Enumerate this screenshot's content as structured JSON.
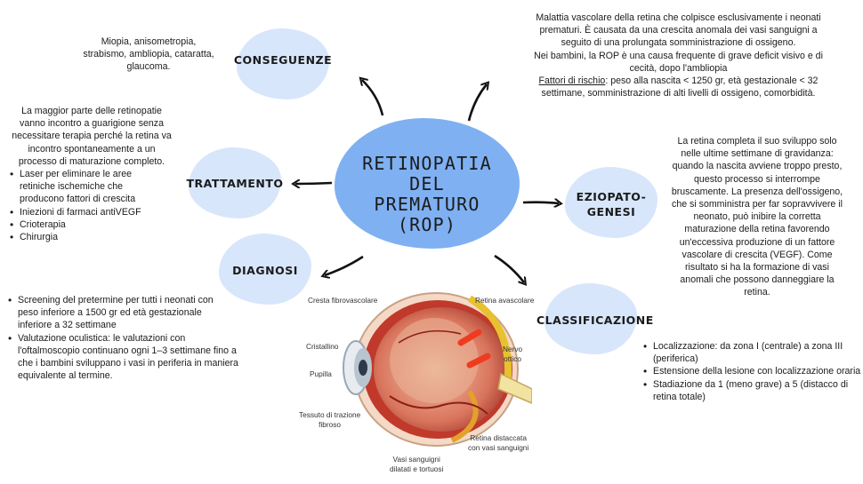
{
  "central": {
    "line1": "RETINOPATIA",
    "line2": "DEL",
    "line3": "PREMATURO",
    "line4": "(ROP)"
  },
  "nodes": {
    "conseguenze": "CONSEGUENZE",
    "trattamento": "TRATTAMENTO",
    "diagnosi": "DIAGNOSI",
    "eziopatogenesi_1": "EZIOPATO-",
    "eziopatogenesi_2": "GENESI",
    "classificazione": "CLASSIFICAZIONE"
  },
  "conseguenze_text": {
    "line1": "Miopia, anisometropia,",
    "line2": "strabismo, ambliopia, cataratta,",
    "line3": "glaucoma."
  },
  "definition": {
    "line1": "Malattia vascolare della retina che colpisce esclusivamente i neonati",
    "line2": "prematuri. È causata da una crescita anomala dei vasi sanguigni a",
    "line3": "seguito di una prolungata somministrazione di ossigeno.",
    "line4": "Nei bambini, la ROP è una causa frequente di grave deficit visivo e di",
    "line5": "cecità, dopo l'ambliopia",
    "risk_label": "Fattori di rischio",
    "risk_text": ": peso alla nascita < 1250 gr, età gestazionale < 32",
    "line7": "settimane, somministrazione di alti livelli di ossigeno, comorbidità."
  },
  "trattamento_text": {
    "line1": "La maggior parte delle retinopatie",
    "line2": "vanno incontro a guarigione senza",
    "line3": "necessitare terapia perché la retina va",
    "line4": "incontro spontaneamente a un",
    "line5": "processo di maturazione completo.",
    "items": [
      {
        "l1": "Laser per eliminare le aree",
        "l2": "retiniche ischemiche che",
        "l3": "producono fattori di crescita"
      },
      {
        "l1": "Iniezioni di farmaci antiVEGF"
      },
      {
        "l1": "Crioterapia"
      },
      {
        "l1": "Chirurgia"
      }
    ]
  },
  "eziopatogenesi_text": {
    "lines": [
      "La retina completa il suo sviluppo solo",
      "nelle ultime settimane di gravidanza:",
      "quando la nascita avviene troppo presto,",
      "questo processo si interrompe",
      "bruscamente. La presenza dell'ossigeno,",
      "che si somministra per far sopravvivere il",
      "neonato, può inibire la corretta",
      "maturazione della retina favorendo",
      "un'eccessiva produzione di un fattore",
      "vascolare di crescita (VEGF). Come",
      "risultato si ha la formazione di vasi",
      "anomali che possono danneggiare la",
      "retina."
    ]
  },
  "diagnosi_text": {
    "items": [
      {
        "l1": "Screening del pretermine per tutti i neonati con",
        "l2": "peso inferiore a 1500 gr ed età gestazionale",
        "l3": "inferiore a 32 settimane"
      },
      {
        "l1": "Valutazione oculistica: le valutazioni con",
        "l2": "l'oftalmoscopio continuano ogni 1–3 settimane fino a",
        "l3": "che i bambini sviluppano i vasi in periferia in maniera",
        "l4": "equivalente al termine."
      }
    ]
  },
  "classificazione_text": {
    "items": [
      {
        "l1": "Localizzazione: da zona I (centrale) a zona III",
        "l2": "(periferica)"
      },
      {
        "l1": "Estensione della lesione con localizzazione oraria"
      },
      {
        "l1": "Stadiazione da 1 (meno grave) a 5 (distacco di",
        "l2": "retina totale)"
      }
    ]
  },
  "eye_labels": {
    "cresta": "Cresta fibrovascolare",
    "retina_avascolare": "Retina avascolare",
    "cristallino": "Cristallino",
    "pupilla": "Pupilla",
    "nervo_1": "Nervo",
    "nervo_2": "ottico",
    "tessuto_1": "Tessuto di trazione",
    "tessuto_2": "fibroso",
    "retina_distaccata_1": "Retina distaccata",
    "retina_distaccata_2": "con vasi sanguigni",
    "vasi_1": "Vasi sanguigni",
    "vasi_2": "dilatati e tortuosi"
  },
  "colors": {
    "blob": "#d7e6fb",
    "center_blob": "#7fb0f2",
    "text": "#1b1b1b"
  }
}
